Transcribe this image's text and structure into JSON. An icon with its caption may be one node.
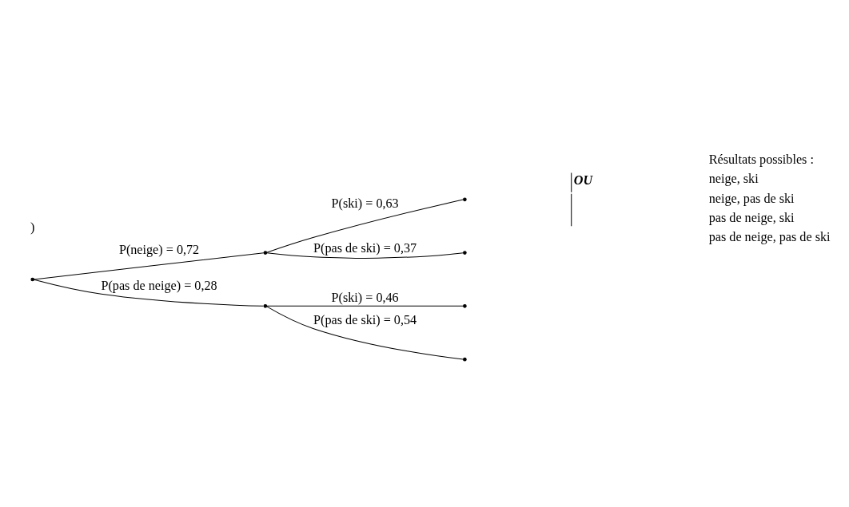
{
  "diagram": {
    "nodes": [
      {
        "text": [],
        "shape": "point"
      },
      {
        "text": [],
        "shape": "point"
      },
      {
        "text": [],
        "shape": "point"
      },
      {
        "text": [],
        "shape": "point"
      },
      {
        "text": [],
        "shape": "point"
      },
      {
        "text": [],
        "shape": "point"
      },
      {
        "text": [],
        "shape": "point"
      }
    ],
    "edges": [
      {
        "from": 0,
        "to": 1,
        "arrow": "none",
        "label": "P(neige) = 0,72"
      },
      {
        "from": 0,
        "to": 2,
        "arrow": "none",
        "label": "P(pas de neige) = 0,28"
      },
      {
        "from": 1,
        "to": 3,
        "arrow": "none",
        "label": "P(ski) = 0,63"
      },
      {
        "from": 1,
        "to": 4,
        "arrow": "none",
        "label": "P(pas de ski) = 0,37"
      },
      {
        "from": 2,
        "to": 5,
        "arrow": "none",
        "label": "P(ski) = 0,46"
      },
      {
        "from": 2,
        "to": 6,
        "arrow": "none",
        "label": "P(pas de ski) = 0,54"
      }
    ],
    "labels": [
      ")",
      "OU",
      "Résultats possibles :",
      "neige, ski",
      "neige, pas de ski",
      "pas de neige, ski",
      "pas de neige, pas de ski"
    ]
  }
}
